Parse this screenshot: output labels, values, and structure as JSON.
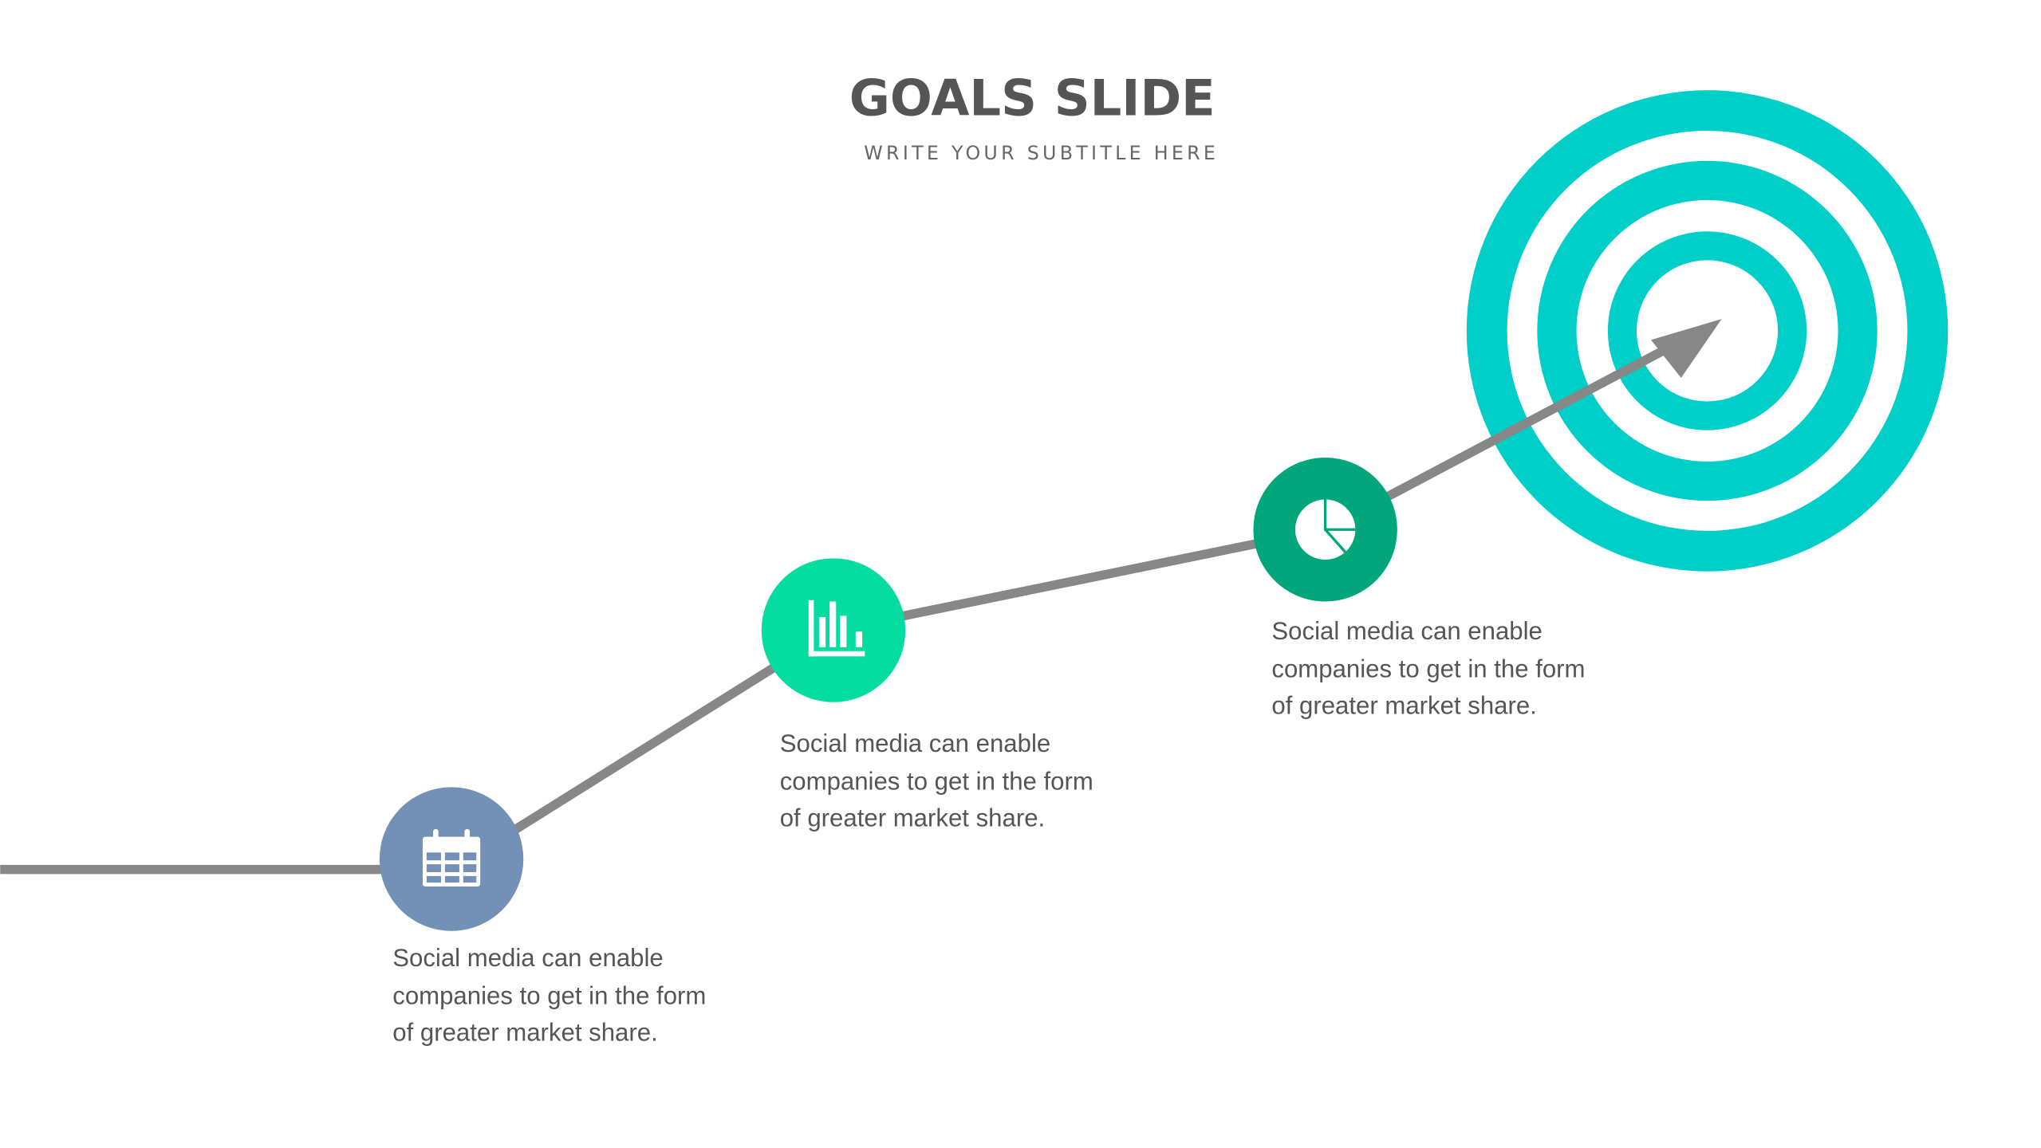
{
  "slide": {
    "title": "GOALS SLIDE",
    "subtitle": "WRITE YOUR SUBTITLE HERE"
  },
  "steps": [
    {
      "icon": "calendar-icon",
      "color": "#7391b6",
      "lines": [
        "Social media can enable",
        "companies to get in the form",
        "of greater market share."
      ]
    },
    {
      "icon": "bar-chart-icon",
      "color": "#05dca0",
      "lines": [
        "Social media can enable",
        "companies to get in the form",
        "of greater market share."
      ]
    },
    {
      "icon": "pie-chart-icon",
      "color": "#02a67c",
      "lines": [
        "Social media can enable",
        "companies to get in the form",
        "of greater market share."
      ]
    }
  ],
  "target": {
    "icon": "target-icon",
    "color": "#00cec9"
  },
  "path_color": "#878787"
}
